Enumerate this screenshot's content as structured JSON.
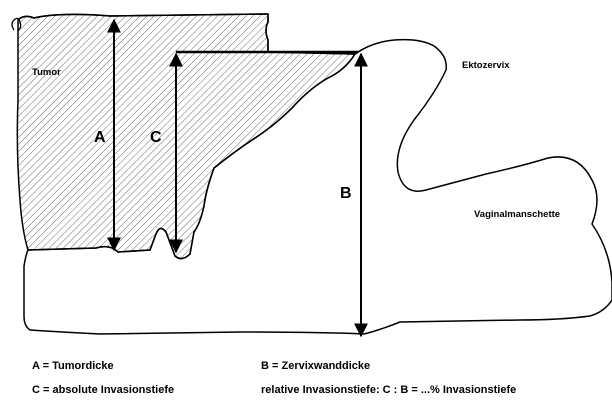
{
  "labels": {
    "tumor": "Tumor",
    "ektozervix": "Ektozervix",
    "vaginalmanschette": "Vaginalmanschette",
    "a": "A",
    "b": "B",
    "c": "C"
  },
  "legend": {
    "a_def": "A = Tumordicke",
    "b_def": "B = Zervixwanddicke",
    "c_def": "C = absolute Invasionstiefe",
    "relative_def": "relative Invasionstiefe: C : B = ...% Invasionstiefe"
  }
}
